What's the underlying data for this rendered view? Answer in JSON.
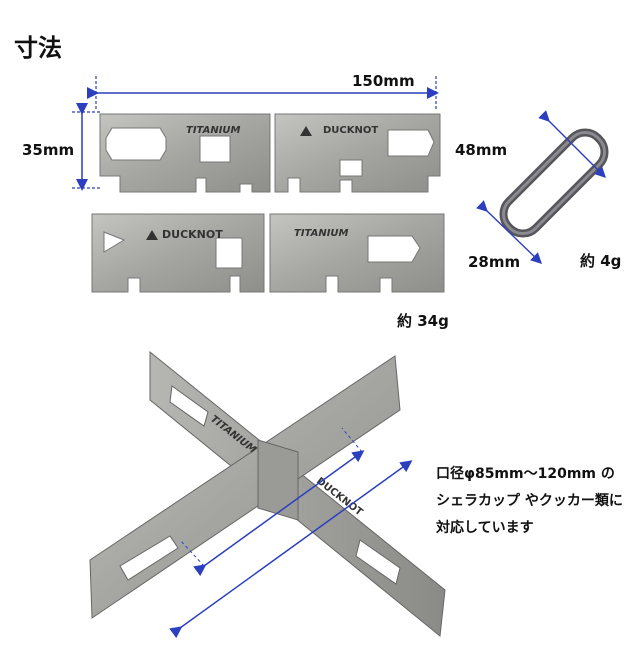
{
  "title": "寸法",
  "dims": {
    "width_label": "150mm",
    "height_label": "35mm",
    "plates_weight": "約 34g",
    "carabiner_length": "48mm",
    "carabiner_width": "28mm",
    "carabiner_weight": "約 4g"
  },
  "plate_text": {
    "titanium": "TITANIUM",
    "ducknot": "DUCKNOT"
  },
  "description": {
    "line1": "口径φ85mm〜120mm の",
    "line2": "シェラカップ やクッカー類に",
    "line3": "対応しています"
  },
  "colors": {
    "arrow": "#2b3fbf",
    "metal": "#a8a8a4",
    "metal_dark": "#7d7d79"
  }
}
